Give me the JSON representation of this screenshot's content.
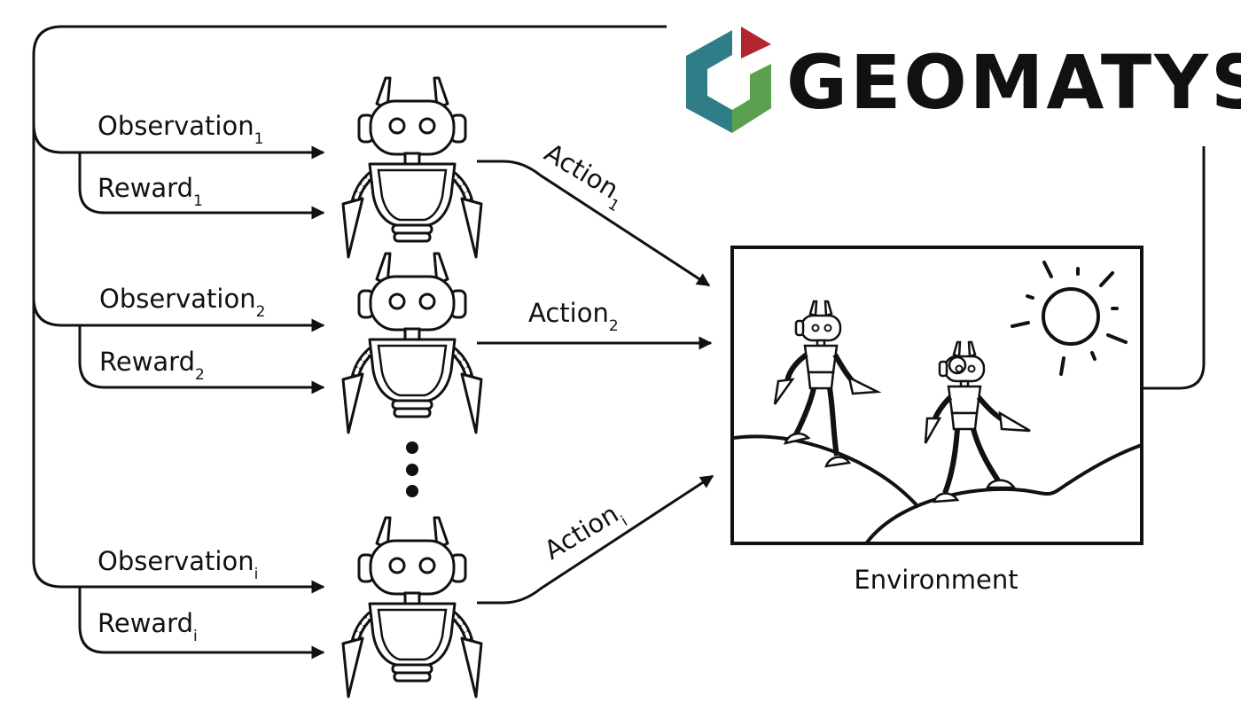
{
  "logo": {
    "text": "GEOMATYS",
    "text_color": "#4a4a4a",
    "mark_colors": {
      "teal": "#2f7d86",
      "green": "#5aa04f",
      "red": "#b3252f"
    }
  },
  "agents": [
    {
      "observation": "Observation",
      "observation_sub": "1",
      "reward": "Reward",
      "reward_sub": "1",
      "action": "Action",
      "action_sub": "1"
    },
    {
      "observation": "Observation",
      "observation_sub": "2",
      "reward": "Reward",
      "reward_sub": "2",
      "action": "Action",
      "action_sub": "2"
    },
    {
      "observation": "Observation",
      "observation_sub": "i",
      "reward": "Reward",
      "reward_sub": "i",
      "action": "Action",
      "action_sub": "i"
    }
  ],
  "environment": {
    "label": "Environment"
  }
}
